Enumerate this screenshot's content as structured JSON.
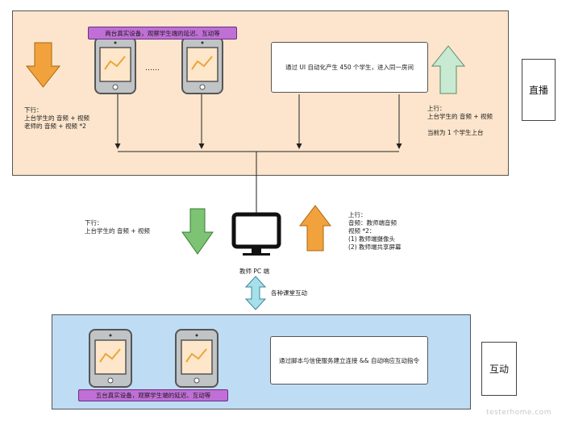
{
  "live_section": {
    "badge": "直播",
    "devices_label": "两台真实设备，观察学生端的延迟、互动等",
    "ellipsis": "……",
    "virtual_students": "通过 UI 自动化产生 450 个学生，进入同一房间",
    "downstream_text": "下行：\n上台学生的 音频 + 视频\n老师的 音频 + 视频 *2",
    "upstream_text": "上行：\n上台学生的 音频 + 视频\n\n当前为 1 个学生上台"
  },
  "teacher": {
    "label": "教师 PC 端",
    "downstream_text": "下行：\n上台学生的 音频 + 视频",
    "upstream_text": "上行：\n音频：教师端音频\n视频 *2：\n  (1) 教师端摄像头\n  (2) 教师端共享屏幕",
    "interaction": "各种课堂互动"
  },
  "interactive_section": {
    "badge": "互动",
    "devices_label": "五台真实设备，观察学生端的延迟、互动等",
    "script_box": "通过脚本与信使服务建立连接 && 自动响应互动指令"
  },
  "watermark": "testerhome.com",
  "colors": {
    "live_bg": "#fce5cc",
    "interactive_bg": "#bfdcf5",
    "orange_arrow": "#f2a23c",
    "green_arrow": "#7cc474",
    "light_green_arrow": "#c8ead2",
    "cyan_arrow": "#a7e0ea",
    "purple": "#c06fd6"
  }
}
